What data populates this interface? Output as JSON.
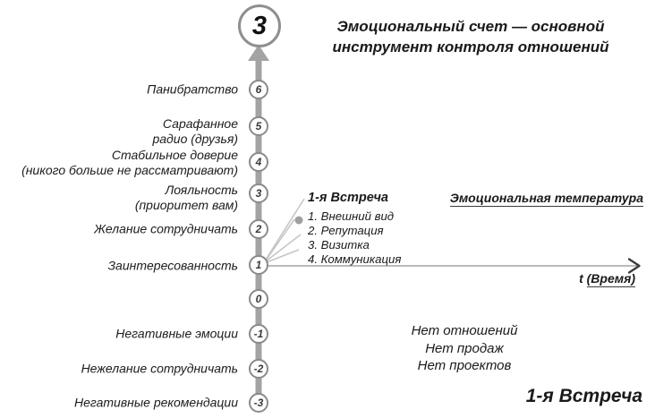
{
  "title": "Эмоциональный счет — основной\nинструмент контроля отношений",
  "top_circle": {
    "value": "3"
  },
  "axis": {
    "points": [
      {
        "value": "6",
        "label": "Панибратство"
      },
      {
        "value": "5",
        "label": "Сарафанное\nрадио (друзья)"
      },
      {
        "value": "4",
        "label": "Стабильное доверие\n(никого больше не рассматривают)"
      },
      {
        "value": "3",
        "label": "Лояльность\n(приоритет вам)"
      },
      {
        "value": "2",
        "label": "Желание сотрудничать"
      },
      {
        "value": "1",
        "label": "Заинтересованность"
      },
      {
        "value": "0",
        "label": ""
      },
      {
        "value": "-1",
        "label": "Негативные эмоции"
      },
      {
        "value": "-2",
        "label": "Нежелание сотрудничать"
      },
      {
        "value": "-3",
        "label": "Негативные рекомендации"
      }
    ]
  },
  "meeting_callout": {
    "title": "1-я Встреча",
    "items": [
      "1. Внешний вид",
      "2. Репутация",
      "3. Визитка",
      "4. Коммуникация"
    ]
  },
  "temperature_label": "Эмоциональная температура",
  "time_axis": {
    "prefix": "t",
    "word": "(Время)"
  },
  "consequences": "Нет отношений\nНет продаж\nНет проектов",
  "bottom_caption": "1-я Встреча",
  "colors": {
    "axis": "#a3a3a3",
    "text": "#1a1a1a",
    "fan_line": "#c6c6c6",
    "arrowhead": "#3a3a3a"
  }
}
